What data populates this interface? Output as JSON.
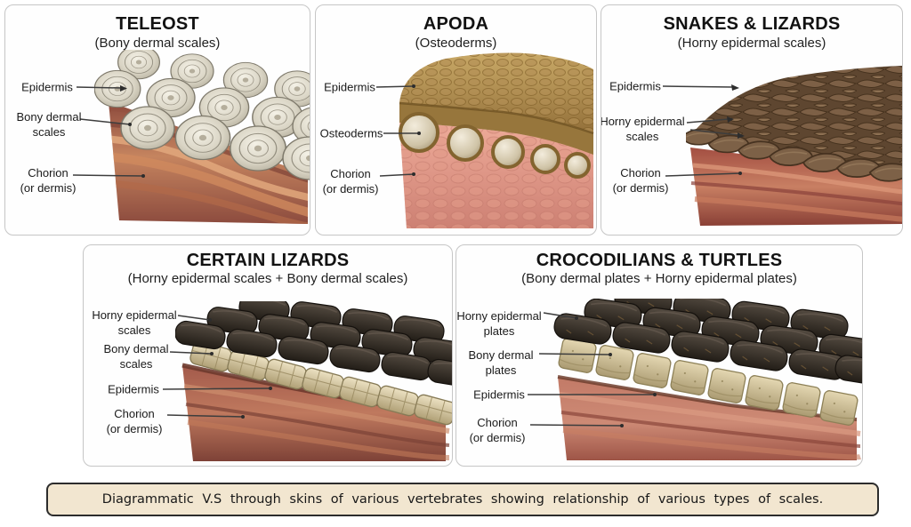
{
  "caption": {
    "text": "Diagrammatic V.S through skins of various vertebrates showing relationship of various types of scales."
  },
  "panels": [
    {
      "id": "teleost",
      "title": "TELEOST",
      "subtitle": "(Bony dermal scales)",
      "labels": {
        "l1": "Epidermis",
        "l2": "Bony dermal\nscales",
        "l3": "Chorion\n(or dermis)"
      }
    },
    {
      "id": "apoda",
      "title": "APODA",
      "subtitle": "(Osteoderms)",
      "labels": {
        "l1": "Epidermis",
        "l2": "Osteoderms",
        "l3": "Chorion\n(or dermis)"
      }
    },
    {
      "id": "snakes-lizards",
      "title": "SNAKES & LIZARDS",
      "subtitle": "(Horny epidermal scales)",
      "labels": {
        "l1": "Epidermis",
        "l2": "Horny epidermal\nscales",
        "l3": "Chorion\n(or dermis)"
      }
    },
    {
      "id": "certain-lizards",
      "title": "CERTAIN LIZARDS",
      "subtitle": "(Horny epidermal scales + Bony dermal scales)",
      "labels": {
        "l1": "Horny epidermal\nscales",
        "l2": "Bony dermal\nscales",
        "l3": "Epidermis",
        "l4": "Chorion\n(or dermis)"
      }
    },
    {
      "id": "crocodilians-turtles",
      "title": "CROCODILIANS & TURTLES",
      "subtitle": "(Bony dermal plates + Horny epidermal plates)",
      "labels": {
        "l1": "Horny epidermal\nplates",
        "l2": "Bony dermal\nplates",
        "l3": "Epidermis",
        "l4": "Chorion\n(or dermis)"
      }
    }
  ],
  "colors": {
    "page_background": "#ffffff",
    "panel_border": "#c6c6c6",
    "title_text": "#121212",
    "label_text": "#1a1a1a",
    "leader_line": "#3d3d3d",
    "caption_background": "#f2e6d0",
    "caption_border": "#2c2c2c",
    "teleost_scale_silver": "#d9d4c6",
    "apoda_epidermis_tan": "#b08d52",
    "osteoderm_bone": "#e8e0cf",
    "snake_scale_brown": "#7a5e43",
    "horny_scale_dark": "#2e2822",
    "bony_plate_cream": "#ddd0ac",
    "dermis_red": "#b0614f",
    "dermis_pink": "#e8a593"
  }
}
